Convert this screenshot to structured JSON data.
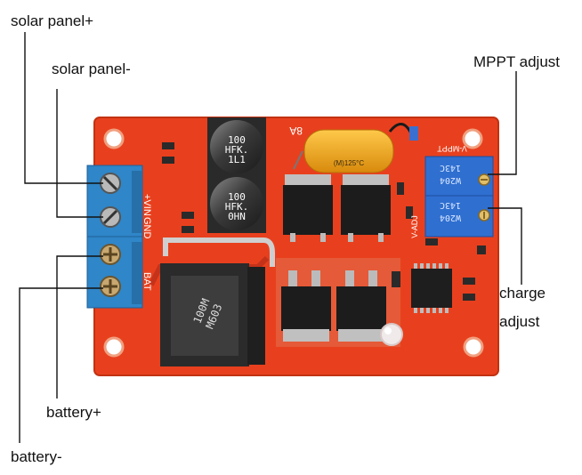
{
  "labels": {
    "solar_pos": "solar panel+",
    "solar_neg": "solar panel-",
    "mppt": "MPPT adjust",
    "charge_line1": "charge",
    "charge_line2": "adjust",
    "battery_pos": "battery+",
    "battery_neg": "battery-"
  },
  "board_markings": {
    "rating_top": "8A",
    "cap1": [
      "100",
      "HFK.",
      "1L1"
    ],
    "cap2": [
      "100",
      "HFK.",
      "0HN"
    ],
    "inductor": [
      "100M",
      "M603"
    ],
    "terminal_vin": "+VIN",
    "terminal_gnd": "GND",
    "terminal_bat": "BAT",
    "pot1": [
      "143C",
      "W204"
    ],
    "pot2": [
      "143C",
      "W204"
    ],
    "mppt_silk": "V-MPPT",
    "vadj_silk": "V-ADJ",
    "yellow_cap": "(M)125°C"
  },
  "colors": {
    "board": "#e8401e",
    "terminal": "#2f86c8",
    "pot": "#2f6fd0",
    "cap_yellow": "#f2a51a"
  }
}
